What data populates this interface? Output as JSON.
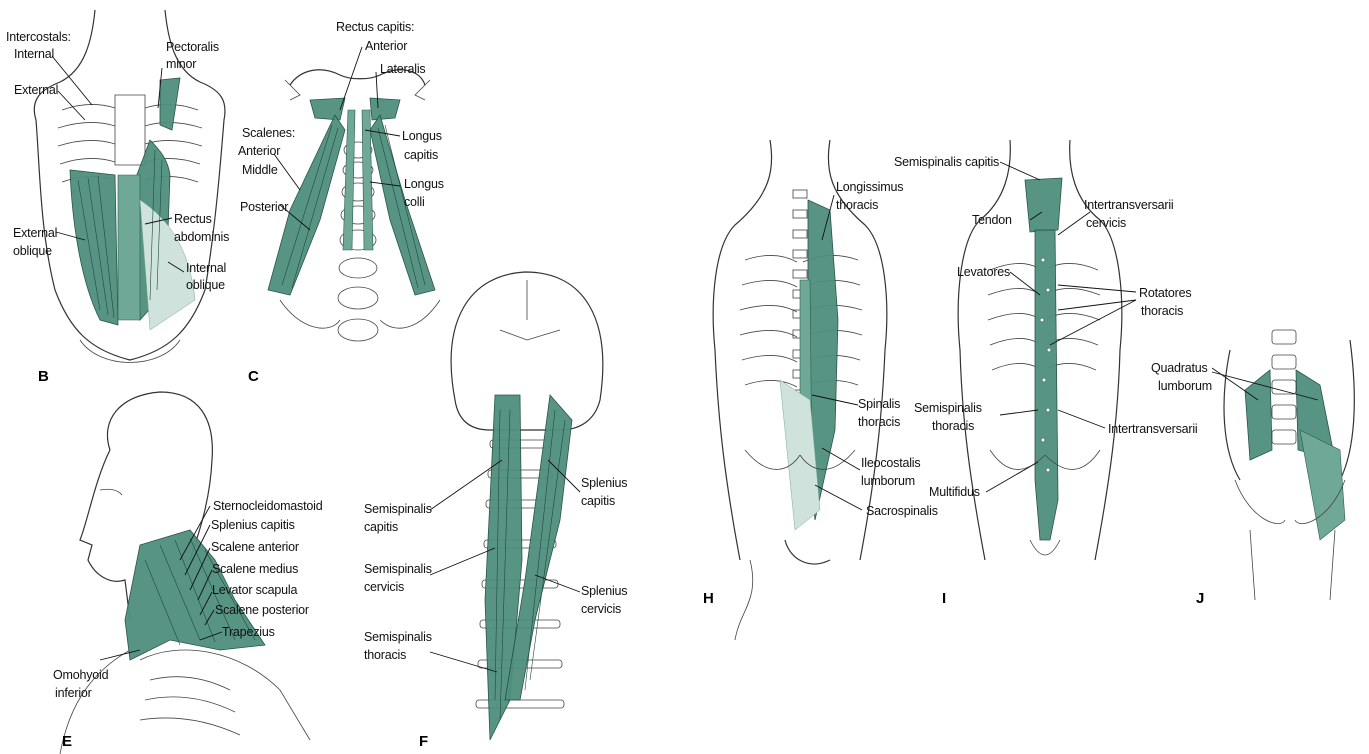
{
  "panels": {
    "B": {
      "letter": "B",
      "labels": {
        "intercostals": "Intercostals:",
        "internal": "Internal",
        "external": "External",
        "pectoralis": "Pectoralis",
        "minor": "minor",
        "external_oblique_1": "External",
        "external_oblique_2": "oblique",
        "rectus_1": "Rectus",
        "rectus_2": "abdominis",
        "internal_oblique_1": "Internal",
        "internal_oblique_2": "oblique"
      }
    },
    "C": {
      "letter": "C",
      "labels": {
        "rectus_capitis": "Rectus capitis:",
        "anterior": "Anterior",
        "lateralis": "Lateralis",
        "scalenes": "Scalenes:",
        "scal_anterior": "Anterior",
        "middle": "Middle",
        "posterior": "Posterior",
        "longus_1": "Longus",
        "capitis": "capitis",
        "longus_2": "Longus",
        "colli": "colli"
      }
    },
    "E": {
      "letter": "E",
      "labels": {
        "scm": "Sternocleidomastoid",
        "splenius_capitis": "Splenius capitis",
        "scalene_anterior": "Scalene anterior",
        "scalene_medius": "Scalene medius",
        "levator_scapula": "Levator scapula",
        "scalene_posterior": "Scalene posterior",
        "trapezius": "Trapezius",
        "omohyoid_1": "Omohyoid",
        "omohyoid_2": "inferior"
      }
    },
    "F": {
      "letter": "F",
      "labels": {
        "semi_cap_1": "Semispinalis",
        "semi_cap_2": "capitis",
        "semi_cerv_1": "Semispinalis",
        "semi_cerv_2": "cervicis",
        "semi_thor_1": "Semispinalis",
        "semi_thor_2": "thoracis",
        "splen_cap_1": "Splenius",
        "splen_cap_2": "capitis",
        "splen_cerv_1": "Splenius",
        "splen_cerv_2": "cervicis"
      }
    },
    "H": {
      "letter": "H",
      "labels": {
        "longissimus_1": "Longissimus",
        "longissimus_2": "thoracis",
        "spinalis_1": "Spinalis",
        "spinalis_2": "thoracis",
        "ileo_1": "Ileocostalis",
        "ileo_2": "lumborum",
        "sacrospinalis": "Sacrospinalis"
      }
    },
    "I": {
      "letter": "I",
      "labels": {
        "semi_capitis": "Semispinalis capitis",
        "tendon": "Tendon",
        "intertrans_1": "Intertransversarii",
        "intertrans_2": "cervicis",
        "levatores": "Levatores",
        "rotatores_1": "Rotatores",
        "rotatores_2": "thoracis",
        "semi_thor_1": "Semispinalis",
        "semi_thor_2": "thoracis",
        "intertransversarii": "Intertransversarii",
        "multifidus": "Multifidus"
      }
    },
    "J": {
      "letter": "J",
      "labels": {
        "quadratus_1": "Quadratus",
        "quadratus_2": "lumborum"
      }
    }
  },
  "colors": {
    "muscle": "#4f8f7e",
    "muscle_light": "#6fa897",
    "muscle_pale": "#cfe3dc",
    "outline": "#333333"
  }
}
